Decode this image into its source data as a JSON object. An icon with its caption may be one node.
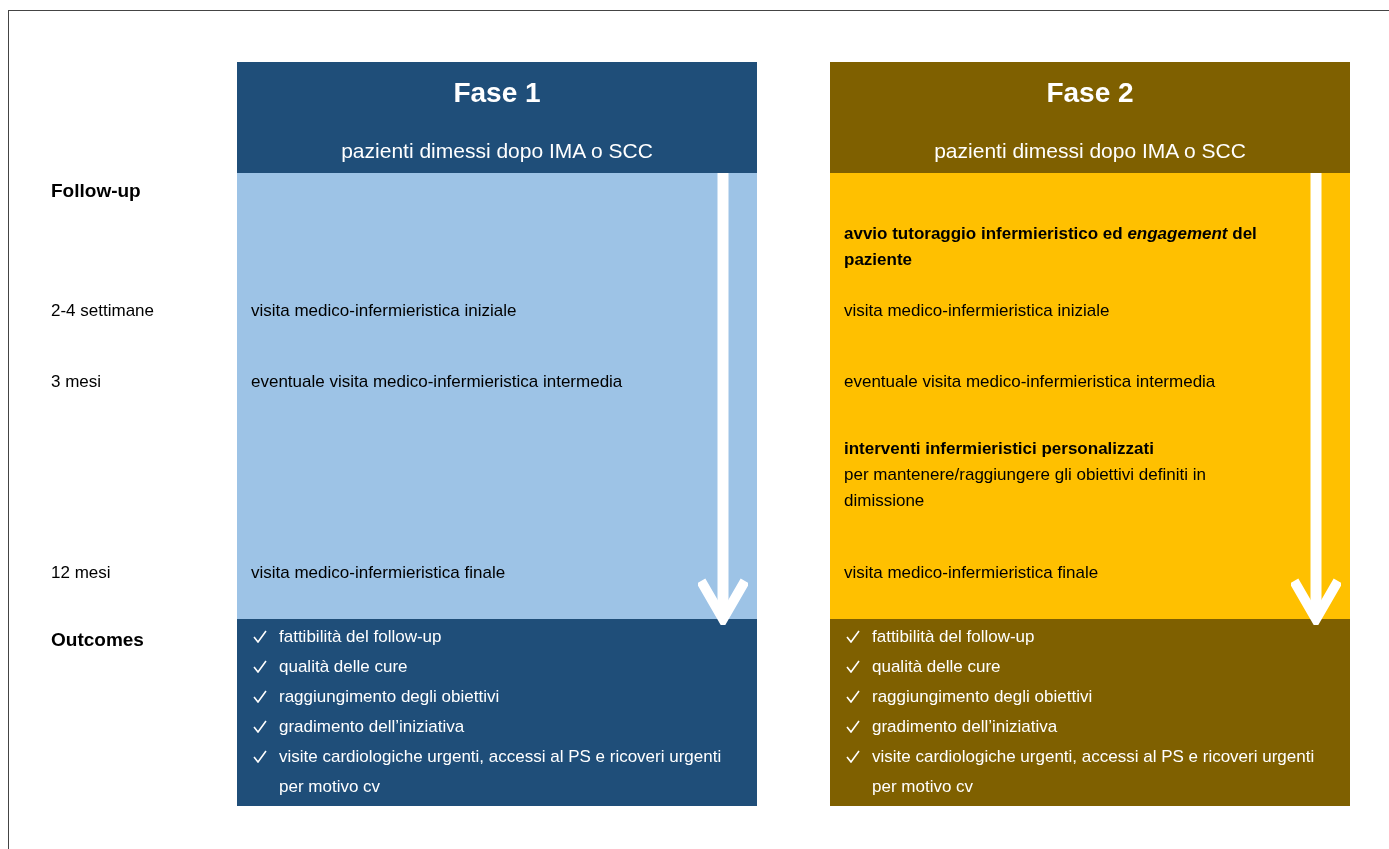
{
  "diagram": {
    "nodes": [
      {
        "text": [
          "Fase 1",
          "pazienti dimessi dopo IMA o SCC"
        ]
      },
      {
        "text": [
          "visita medico-infermieristica iniziale",
          "eventuale visita medico-infermieristica intermedia",
          "visita medico-infermieristica finale"
        ]
      },
      {
        "text": [
          "fattibilità del follow-up",
          "qualità delle cure",
          "raggiungimento degli obiettivi",
          "gradimento dell’iniziativa",
          "visite cardiologiche urgenti, accessi al PS e ricoveri urgenti per motivo cv"
        ]
      },
      {
        "text": [
          "Fase 2",
          "pazienti dimessi dopo IMA o SCC"
        ]
      },
      {
        "text": [
          "avvio tutoraggio infermieristico ed *engagement* del paziente",
          "visita medico-infermieristica iniziale",
          "eventuale visita medico-infermieristica intermedia",
          "interventi infermieristici personalizzati",
          "per mantenere/raggiungere gli obiettivi definiti in dimissione",
          "visita medico-infermieristica finale"
        ]
      },
      {
        "text": [
          "fattibilità del follow-up",
          "qualità delle cure",
          "raggiungimento degli obiettivi",
          "gradimento dell’iniziativa",
          "visite cardiologiche urgenti, accessi al PS e ricoveri urgenti per motivo cv"
        ]
      }
    ],
    "edges": [
      {
        "from": 1,
        "to": 2,
        "arrow": "to"
      },
      {
        "from": 4,
        "to": 5,
        "arrow": "to"
      }
    ],
    "labels": [
      "Follow-up",
      "2-4 settimane",
      "3 mesi",
      "12 mesi",
      "Outcomes"
    ]
  }
}
